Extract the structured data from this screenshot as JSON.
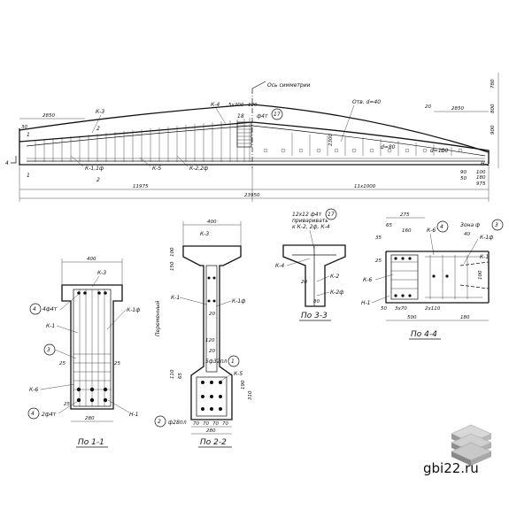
{
  "elevation": {
    "axis_label": "Ось симметрии",
    "opening_label": "Отв. d=40",
    "labels": {
      "k3": "К-3",
      "k4": "К-4",
      "k1": "К-1,1ф",
      "k5": "К-5",
      "k2": "К-2,2ф",
      "n1": "Н-1",
      "d80": "d=80",
      "d100": "d=100",
      "phi4": "ф4т",
      "c17": "17",
      "c18": "18",
      "mark1": "1",
      "mark2": "2",
      "mark4": "4"
    },
    "dims": {
      "d2850l": "2850",
      "d2850r": "2850",
      "d5x200": "5х200",
      "d120": "120",
      "d11975": "11975",
      "d11x1000": "11х1000",
      "d23950": "23950",
      "d20": "20",
      "d30": "30",
      "d2300": "2300",
      "d900": "900",
      "d800": "800",
      "d780": "780",
      "d100r": "100",
      "d90": "90",
      "d180": "180",
      "d975": "975",
      "d50": "50"
    }
  },
  "section11": {
    "title": "По 1-1",
    "labels": {
      "k3": "К-3",
      "k1": "К-1",
      "k1f": "К-1ф",
      "k6": "К-6",
      "n1": "Н-1",
      "bars_top": "4ф4т",
      "bars_bot": "2ф4т",
      "c4": "4",
      "c3": "3",
      "c4b": "4"
    },
    "dims": {
      "w400": "400",
      "w280": "280",
      "d25a": "25",
      "d25b": "25",
      "d25c": "25"
    }
  },
  "section22": {
    "title": "По 2-2",
    "labels": {
      "k3": "К-3",
      "k1": "К-1",
      "k1f": "К-1ф",
      "k5": "К-5",
      "c1": "1",
      "c2": "2",
      "bars": "5ф32пл",
      "bars2": "ф28пл",
      "vert": "Переменный"
    },
    "dims": {
      "w400": "400",
      "w280": "280",
      "d70a": "70",
      "d70b": "70",
      "d70c": "70",
      "d70d": "70",
      "d120": "120",
      "d20a": "20",
      "d20b": "20",
      "d100": "100",
      "d150": "150",
      "d110": "110",
      "d65": "65",
      "d190": "190",
      "d310": "310"
    }
  },
  "section33": {
    "title": "По 3-3",
    "labels": {
      "k4": "К-4",
      "k2": "К-2",
      "k2f": "К-2ф",
      "c17": "17",
      "note1": "12х12 ф4т",
      "note2": "приваривать",
      "note3": "к К-2, 2ф, К-4"
    },
    "dims": {
      "d20": "20",
      "d80": "80"
    }
  },
  "section44": {
    "title": "По 4-4",
    "labels": {
      "k6": "К-6",
      "k1f": "К-1ф",
      "k1": "К-1",
      "n1": "Н-1",
      "c4": "4",
      "c3": "3",
      "zone": "Зона ф"
    },
    "dims": {
      "d275": "275",
      "d160": "160",
      "d65": "65",
      "d35": "35",
      "d25": "25",
      "d3x70": "3х70",
      "d2x110": "2х110",
      "d50": "50",
      "d500": "500",
      "d180": "180",
      "d40": "40",
      "d100": "100"
    }
  },
  "watermark": "gbi22.ru"
}
